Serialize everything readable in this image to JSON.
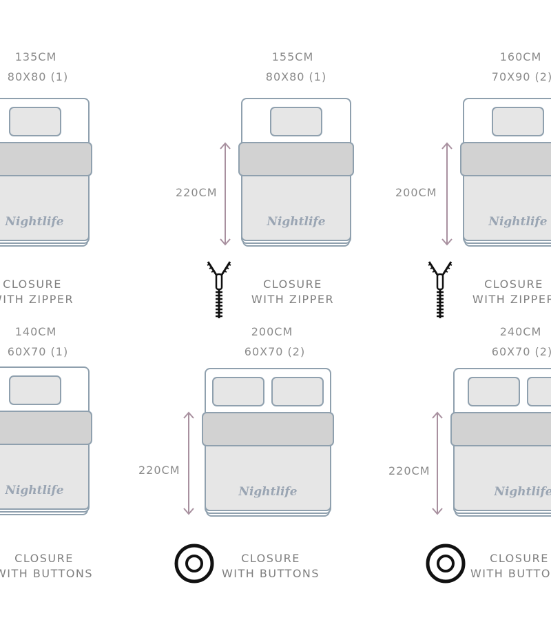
{
  "colors": {
    "outline": "#8fa0ae",
    "arrow": "#a8909f",
    "text": "#8a8a8a",
    "icon": "#111111"
  },
  "beds": [
    {
      "id": "b1",
      "width_label": "135CM",
      "pillow_label": "80X80 (1)",
      "length_label": "",
      "closure_line1": "CLOSURE",
      "closure_line2": "WITH ZIPPER",
      "brand": "Nightlife"
    },
    {
      "id": "b2",
      "width_label": "155CM",
      "pillow_label": "80X80 (1)",
      "length_label": "220CM",
      "closure_line1": "CLOSURE",
      "closure_line2": "WITH ZIPPER",
      "brand": "Nightlife"
    },
    {
      "id": "b3",
      "width_label": "160CM",
      "pillow_label": "70X90 (2)",
      "length_label": "200CM",
      "closure_line1": "CLOSURE",
      "closure_line2": "WITH ZIPPER",
      "brand": "Nightlife"
    },
    {
      "id": "b4",
      "width_label": "140CM",
      "pillow_label": "60X70 (1)",
      "length_label": "",
      "closure_line1": "CLOSURE",
      "closure_line2": "WITH BUTTONS",
      "brand": "Nightlife"
    },
    {
      "id": "b5",
      "width_label": "200CM",
      "pillow_label": "60X70 (2)",
      "length_label": "220CM",
      "closure_line1": "CLOSURE",
      "closure_line2": "WITH BUTTONS",
      "brand": "Nightlife"
    },
    {
      "id": "b6",
      "width_label": "240CM",
      "pillow_label": "60X70 (2)",
      "length_label": "220CM",
      "closure_line1": "CLOSURE",
      "closure_line2": "WITH BUTTONS",
      "brand": "Nightlife"
    }
  ],
  "icons": {
    "zipper": "zipper-icon",
    "button": "button-icon"
  }
}
